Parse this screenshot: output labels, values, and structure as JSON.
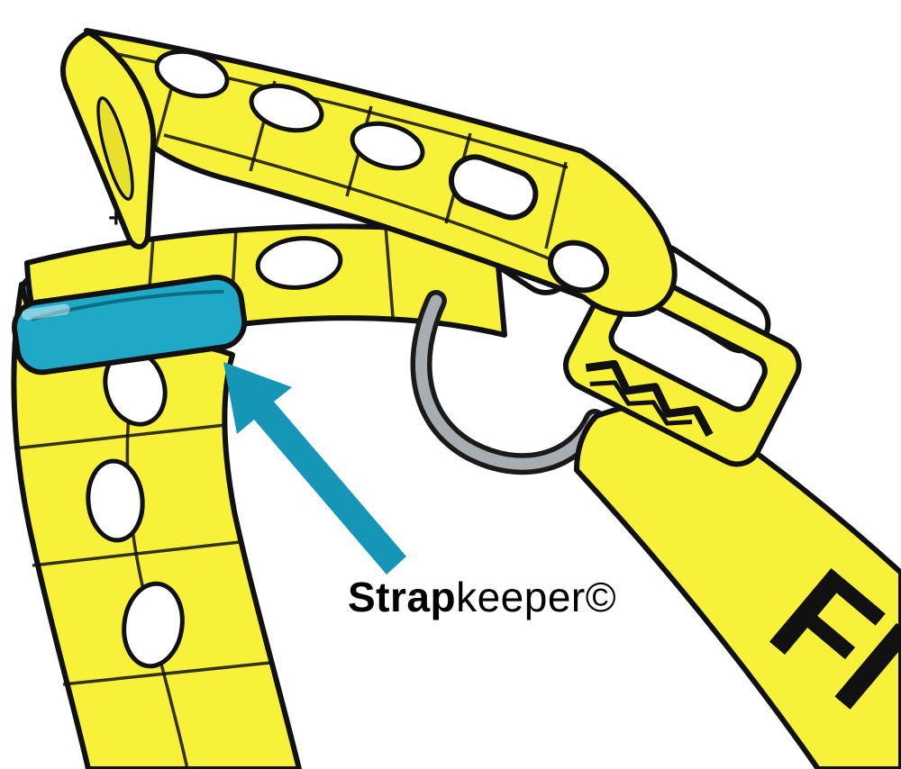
{
  "illustration": {
    "label": {
      "bold": "Strap",
      "regular": "keeper",
      "symbol": "©"
    },
    "strap_logo_fragment": "FI",
    "plus_mark": "+",
    "colors": {
      "background": "#ffffff",
      "strap_yellow": "#f7f13a",
      "strap_yellow_shade": "#e8e02a",
      "outline_black": "#111111",
      "keeper_teal_front": "#1fa9c6",
      "keeper_teal_back": "#0d7f99",
      "arrow_teal": "#1596b6",
      "buckle_wire_gray": "#a7adb1",
      "highlight_white": "#ffffff",
      "logo_black": "#111111"
    },
    "parts": [
      "upper-strap-band",
      "strap-fork-tip",
      "middle-strap-band",
      "lower-strap-band",
      "buckle-frame",
      "buckle-wire",
      "white-strap-loop-front",
      "white-strap-loop-rear",
      "strapkeeper-clip",
      "strap-tail",
      "pointer-arrow"
    ]
  }
}
